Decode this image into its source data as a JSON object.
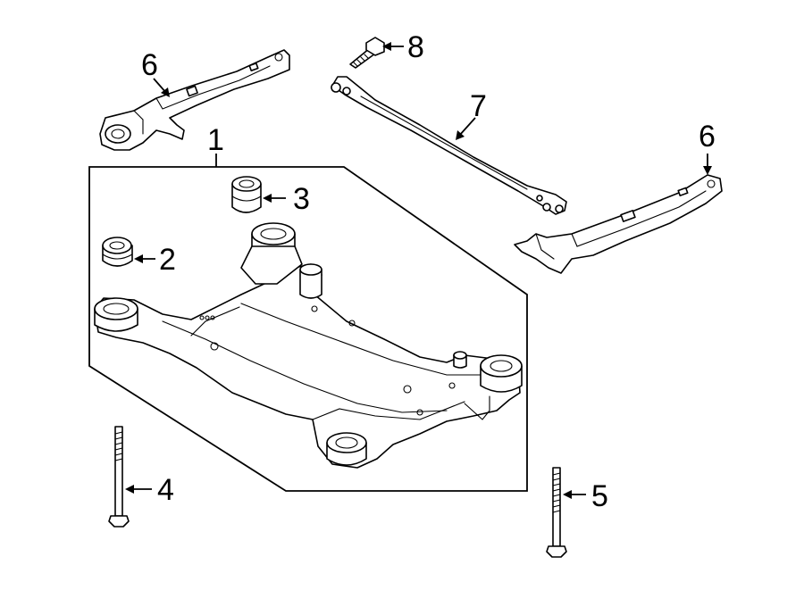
{
  "callouts": [
    {
      "id": "1",
      "label": "1"
    },
    {
      "id": "2",
      "label": "2"
    },
    {
      "id": "3",
      "label": "3"
    },
    {
      "id": "4",
      "label": "4"
    },
    {
      "id": "5",
      "label": "5"
    },
    {
      "id": "6a",
      "label": "6"
    },
    {
      "id": "6b",
      "label": "6"
    },
    {
      "id": "7",
      "label": "7"
    },
    {
      "id": "8",
      "label": "8"
    }
  ]
}
